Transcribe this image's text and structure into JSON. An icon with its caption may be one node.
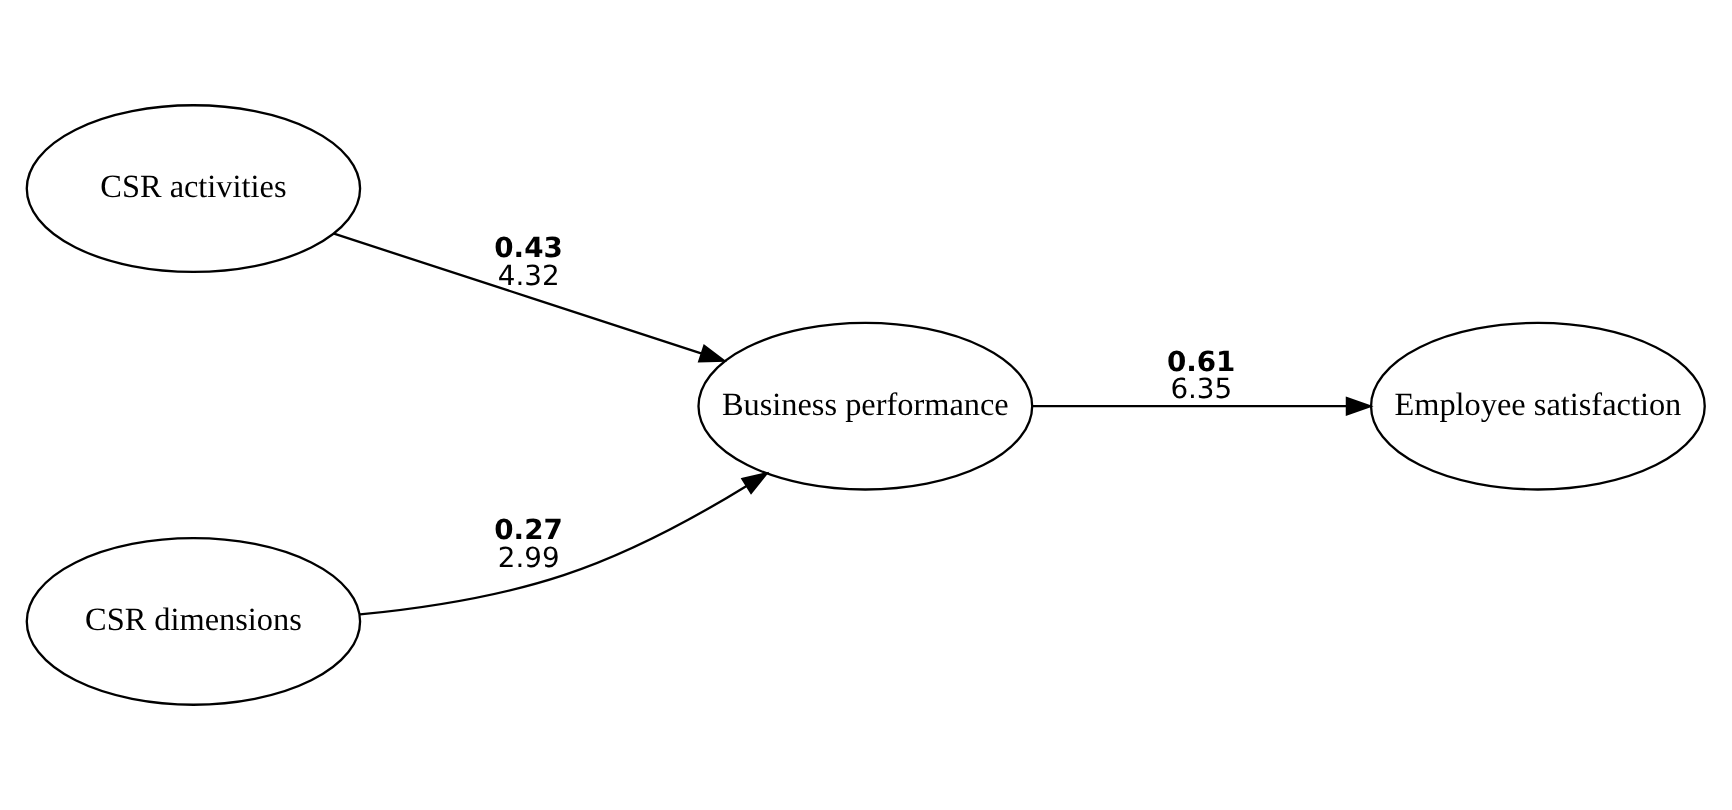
{
  "diagram": {
    "nodes": [
      {
        "text": [
          "CSR activities"
        ]
      },
      {
        "text": [
          "Business performance"
        ]
      },
      {
        "text": [
          "Employee satisfaction"
        ]
      },
      {
        "text": [
          "CSR dimensions"
        ]
      }
    ],
    "edges": [
      {
        "from": 0,
        "to": 1,
        "arrow": "to",
        "label": "0.43 4.32"
      },
      {
        "from": 3,
        "to": 1,
        "arrow": "to",
        "label": "0.27 2.99"
      },
      {
        "from": 1,
        "to": 2,
        "arrow": "to",
        "label": "0.61 6.35"
      }
    ]
  }
}
